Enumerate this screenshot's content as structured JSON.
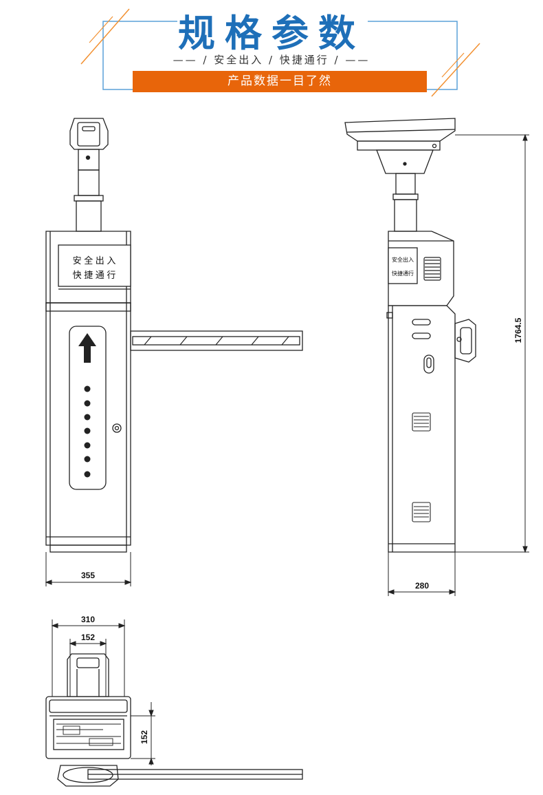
{
  "header": {
    "title": "规格参数",
    "slogan": "—— / 安全出入 / 快捷通行 / ——",
    "banner": "产品数据一目了然",
    "colors": {
      "title": "#1e6fb8",
      "banner": "#e8650a",
      "frame": "#5aa0d8",
      "accent": "#f29030"
    }
  },
  "front_view": {
    "panel_line1": "安 全 出 入",
    "panel_line2": "快 捷 通 行",
    "width_dim": "355"
  },
  "side_view": {
    "panel_line1": "安全出入",
    "panel_line2": "快捷通行",
    "height_dim": "1764.5",
    "width_dim": "280"
  },
  "top_view": {
    "outer_width_dim": "310",
    "inner_width_dim": "152",
    "depth_dim": "152"
  }
}
